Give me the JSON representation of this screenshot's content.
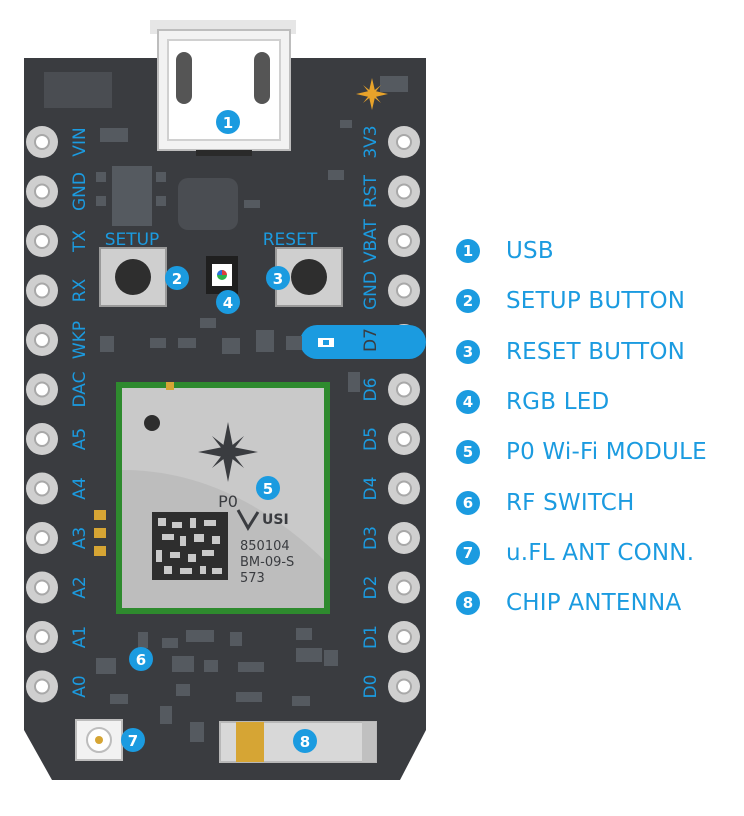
{
  "board": {
    "module_label": "P0",
    "chip_brand": "USI",
    "chip_text": [
      "850104",
      "BM-09-S",
      "573"
    ],
    "setup_label": "SETUP",
    "reset_label": "RESET",
    "left_pins": [
      "VIN",
      "GND",
      "TX",
      "RX",
      "WKP",
      "DAC",
      "A5",
      "A4",
      "A3",
      "A2",
      "A1",
      "A0"
    ],
    "right_pins": [
      "3V3",
      "RST",
      "VBAT",
      "GND",
      "D7",
      "D6",
      "D5",
      "D4",
      "D3",
      "D2",
      "D1",
      "D0"
    ],
    "markers": [
      "1",
      "2",
      "3",
      "4",
      "5",
      "6",
      "7",
      "8"
    ]
  },
  "legend": [
    {
      "num": "1",
      "label": "USB"
    },
    {
      "num": "2",
      "label": "SETUP BUTTON"
    },
    {
      "num": "3",
      "label": "RESET BUTTON"
    },
    {
      "num": "4",
      "label": "RGB LED"
    },
    {
      "num": "5",
      "label": "P0 Wi-Fi MODULE"
    },
    {
      "num": "6",
      "label": "RF SWITCH"
    },
    {
      "num": "7",
      "label": "u.FL ANT CONN."
    },
    {
      "num": "8",
      "label": "CHIP ANTENNA"
    }
  ],
  "colors": {
    "board": "#3a3c40",
    "accent": "#1b9be0",
    "pad": "#cfcfcf",
    "module": "#c8c8c8",
    "module_border": "#2e8a2e",
    "gold": "#d6a534",
    "antenna": "#d8d8d8"
  }
}
